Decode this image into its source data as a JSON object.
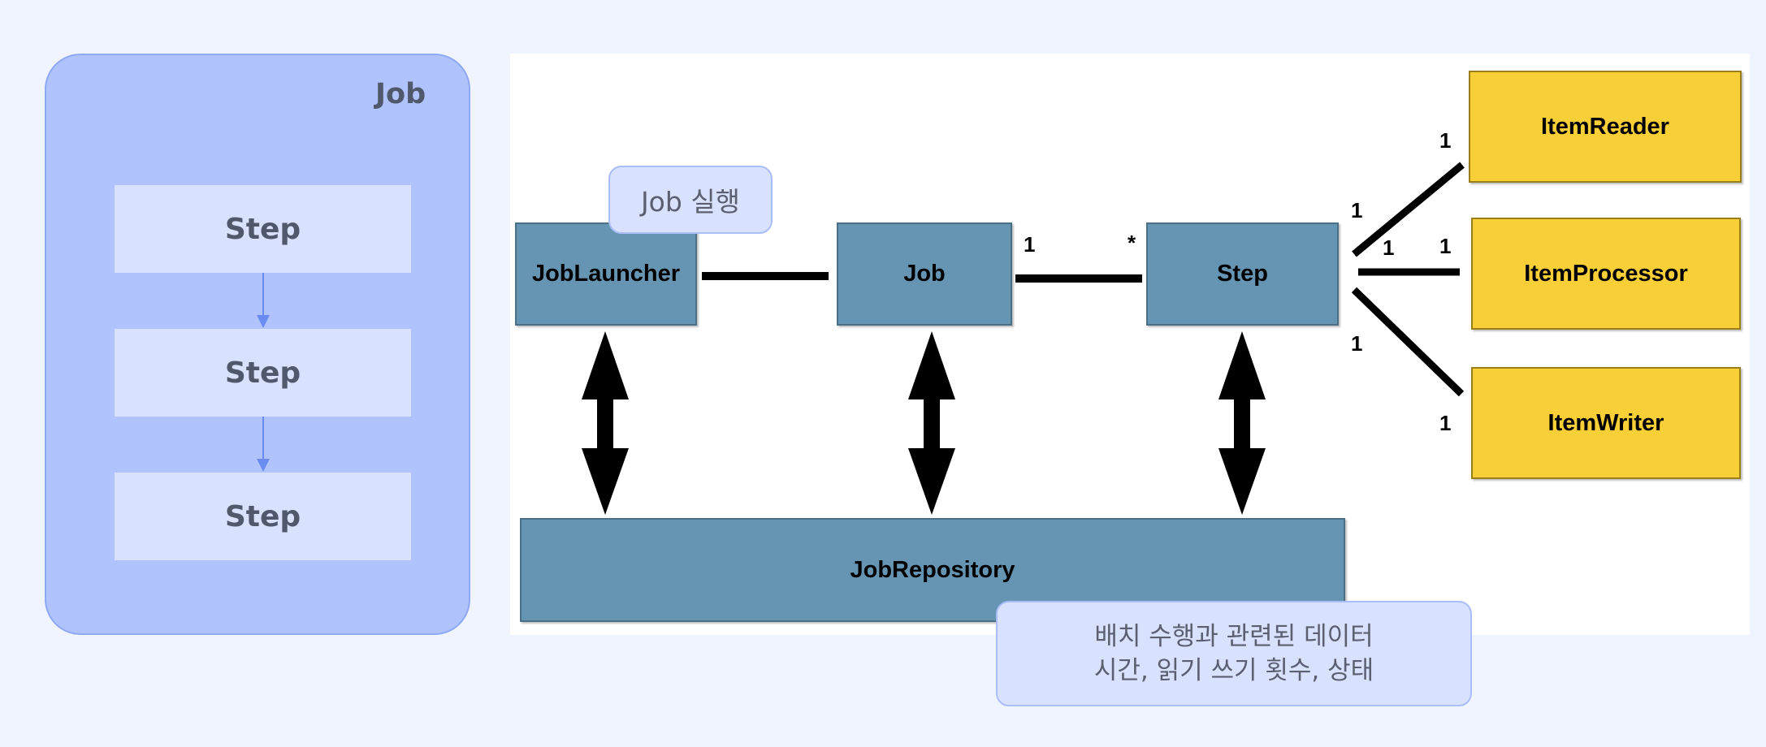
{
  "job_panel": {
    "title": "Job",
    "steps": [
      "Step",
      "Step",
      "Step"
    ]
  },
  "diagram": {
    "job_launcher": "JobLauncher",
    "job": "Job",
    "step": "Step",
    "job_repository": "JobRepository",
    "item_reader": "ItemReader",
    "item_processor": "ItemProcessor",
    "item_writer": "ItemWriter",
    "multiplicity": {
      "job_one": "1",
      "step_many": "*",
      "reader_step_side": "1",
      "reader_side": "1",
      "processor_step_side": "1",
      "processor_side": "1",
      "writer_step_side": "1",
      "writer_side": "1"
    }
  },
  "callouts": {
    "job_execute": "Job 실행",
    "repository_line1": "배치 수행과 관련된 데이터",
    "repository_line2": "시간, 읽기 쓰기 횟수, 상태"
  },
  "colors": {
    "panel": "#b0c3fd",
    "step_box": "#d8e1fd",
    "component_blue": "#6595b2",
    "component_yellow": "#f8cf36"
  }
}
